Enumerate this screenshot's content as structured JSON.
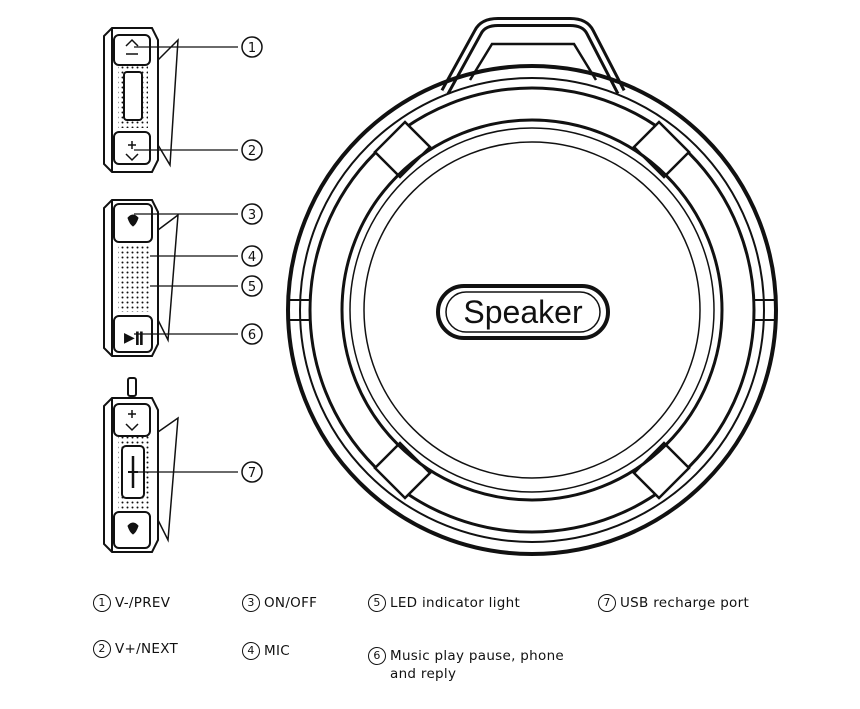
{
  "speaker_label": "Speaker",
  "callouts": [
    "1",
    "2",
    "3",
    "4",
    "5",
    "6",
    "7"
  ],
  "legend": [
    {
      "num": "1",
      "text": "V-/PREV"
    },
    {
      "num": "2",
      "text": "V+/NEXT"
    },
    {
      "num": "3",
      "text": "ON/OFF"
    },
    {
      "num": "4",
      "text": "MIC"
    },
    {
      "num": "5",
      "text": "LED indicator light"
    },
    {
      "num": "6",
      "text": "Music play pause, phone",
      "text2": "and reply"
    },
    {
      "num": "7",
      "text": "USB recharge port"
    }
  ]
}
